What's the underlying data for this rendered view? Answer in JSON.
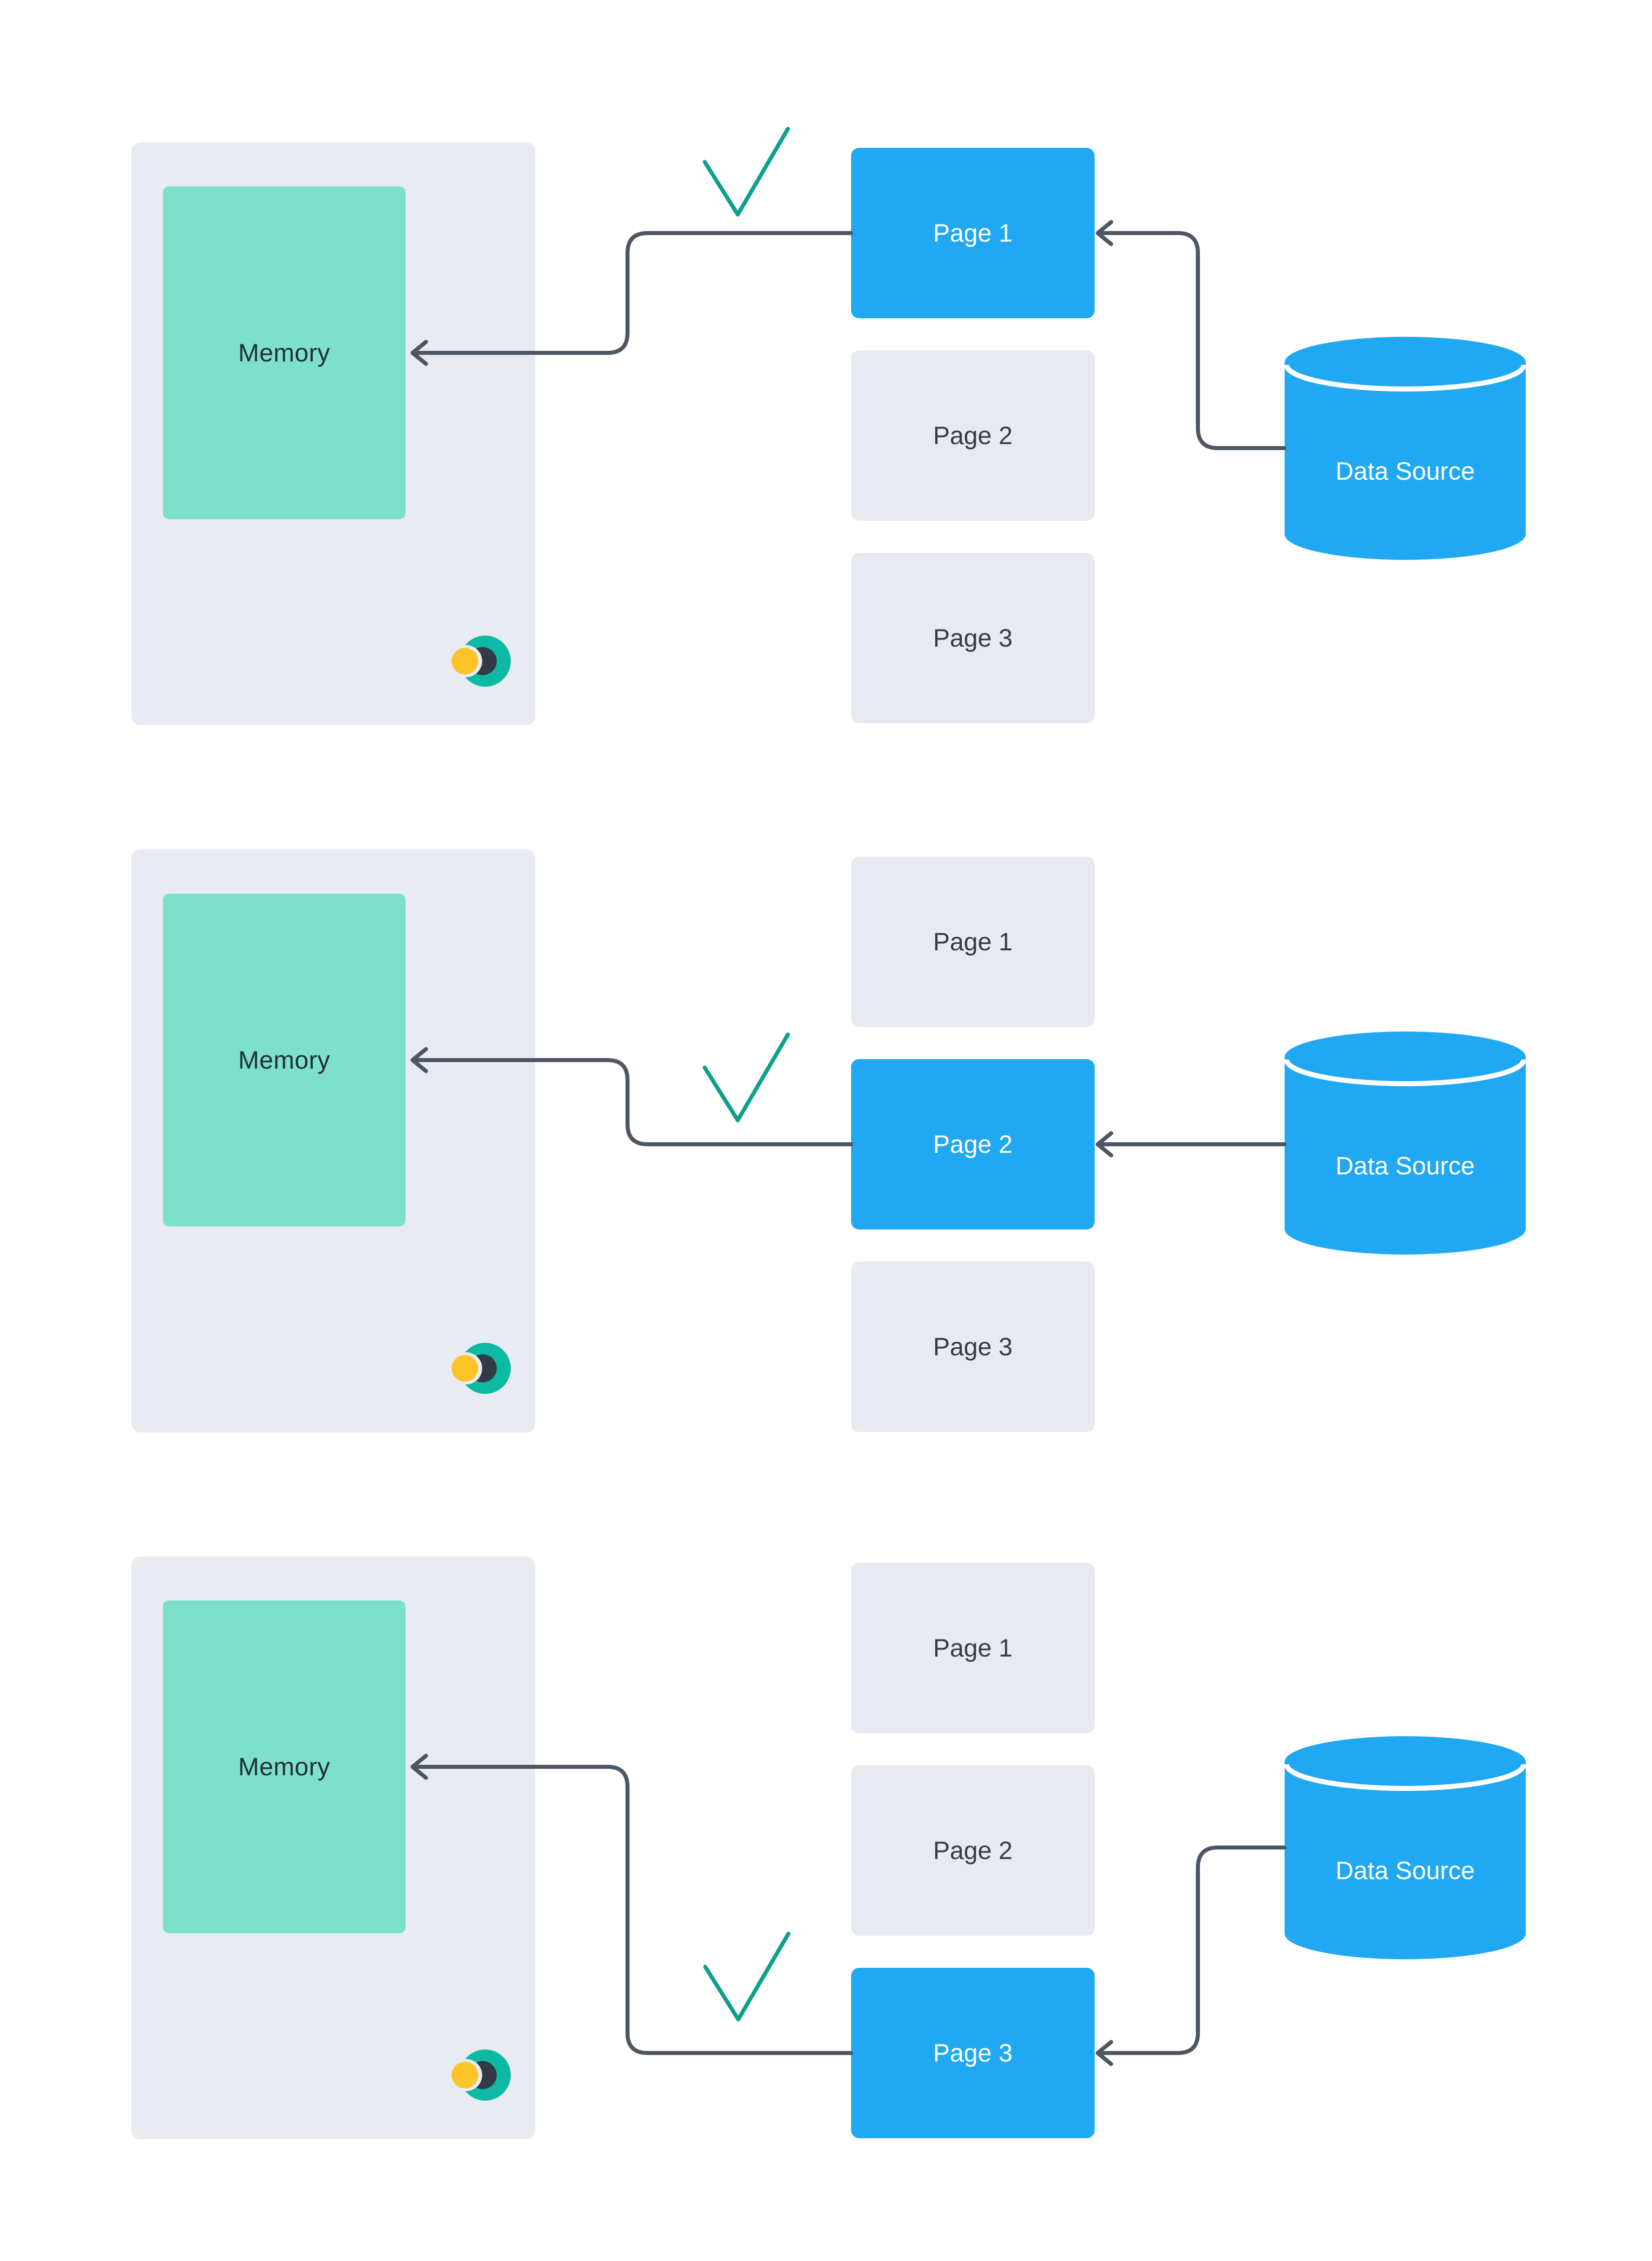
{
  "diagram": {
    "description_labels": {
      "memory": "Memory",
      "datasource": "Data Source",
      "page1": "Page 1",
      "page2": "Page 2",
      "page3": "Page 3"
    },
    "colors": {
      "background": "#FFFFFF",
      "panel_fill": "#E8EBF2",
      "memory_fill": "#7DE0C9",
      "memory_text": "#20313A",
      "page_inactive_fill": "#E7EAF0",
      "page_inactive_text": "#353C47",
      "page_active_fill": "#20A9F2",
      "page_active_text": "#FFFFFF",
      "datasource_fill": "#20A9F2",
      "datasource_text": "#FFFFFF",
      "arrow": "#4E5663",
      "check": "#0DA189",
      "logo_teal": "#0CB9A3",
      "logo_dark": "#333A47",
      "logo_yellow": "#FCC426"
    },
    "icons": {
      "check": "checkmark-icon",
      "logo": "crescent-logo-icon",
      "datasource": "database-cylinder-icon",
      "arrowhead": "left-arrowhead-icon"
    },
    "rows": [
      {
        "memory_label": "Memory",
        "datasource_label": "Data Source",
        "active_page": "Page 1",
        "pages": [
          {
            "label": "Page 1",
            "active": true
          },
          {
            "label": "Page 2",
            "active": false
          },
          {
            "label": "Page 3",
            "active": false
          }
        ]
      },
      {
        "memory_label": "Memory",
        "datasource_label": "Data Source",
        "active_page": "Page 2",
        "pages": [
          {
            "label": "Page 1",
            "active": false
          },
          {
            "label": "Page 2",
            "active": true
          },
          {
            "label": "Page 3",
            "active": false
          }
        ]
      },
      {
        "memory_label": "Memory",
        "datasource_label": "Data Source",
        "active_page": "Page 3",
        "pages": [
          {
            "label": "Page 1",
            "active": false
          },
          {
            "label": "Page 2",
            "active": false
          },
          {
            "label": "Page 3",
            "active": true
          }
        ]
      }
    ]
  }
}
